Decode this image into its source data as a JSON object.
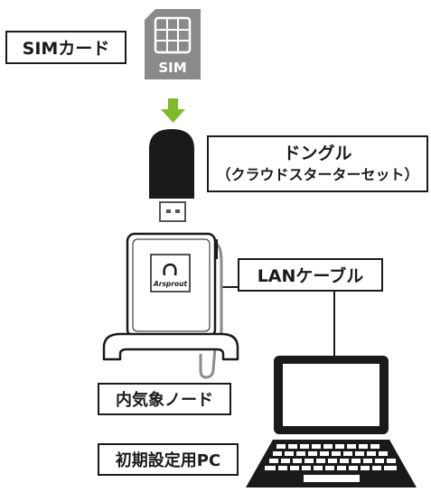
{
  "labels": {
    "sim_card": "SIMカード",
    "dongle_title": "ドングル",
    "dongle_subtitle": "（クラウドスターターセット）",
    "lan_cable": "LANケーブル",
    "node": "内気象ノード",
    "pc": "初期設定用PC"
  },
  "sim_chip_text": "SIM",
  "node_brand": "Arsprout",
  "colors": {
    "device_gray": "#8a8a8a",
    "dark": "#1a1a1a",
    "arrow_green": "#7dbb2b",
    "white": "#ffffff"
  },
  "icons": {
    "sim": "sim-card-icon",
    "arrow": "arrow-down-icon",
    "dongle": "usb-dongle-icon",
    "node": "weather-node-icon",
    "laptop": "laptop-icon"
  }
}
